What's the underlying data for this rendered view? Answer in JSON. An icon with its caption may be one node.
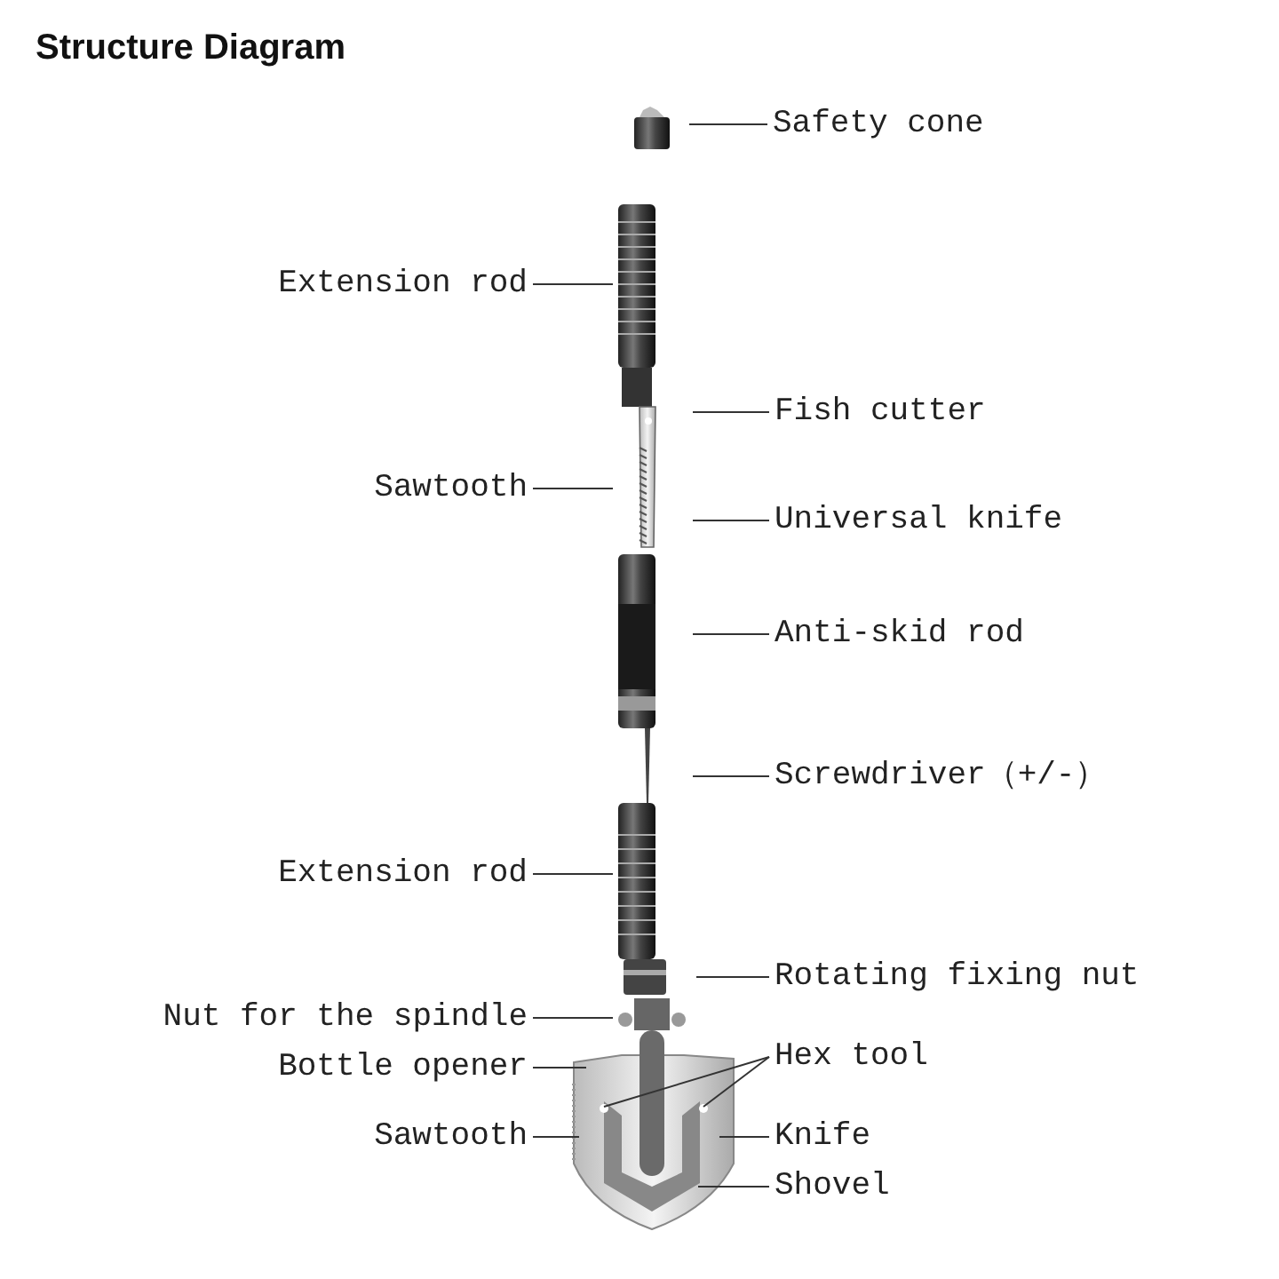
{
  "diagram": {
    "title": "Structure Diagram",
    "nodes": [
      {
        "text": [
          "Safety cone"
        ]
      },
      {
        "text": [
          "Extension rod"
        ]
      },
      {
        "text": [
          "Fish cutter"
        ]
      },
      {
        "text": [
          "Sawtooth"
        ]
      },
      {
        "text": [
          "Universal knife"
        ]
      },
      {
        "text": [
          "Anti-skid rod"
        ]
      },
      {
        "text": [
          "Screwdriver（+/-）"
        ]
      },
      {
        "text": [
          "Extension rod"
        ]
      },
      {
        "text": [
          "Rotating fixing nut"
        ]
      },
      {
        "text": [
          "Nut for the spindle"
        ]
      },
      {
        "text": [
          "Bottle opener"
        ]
      },
      {
        "text": [
          "Hex tool"
        ]
      },
      {
        "text": [
          "Sawtooth"
        ]
      },
      {
        "text": [
          "Knife"
        ]
      },
      {
        "text": [
          "Shovel"
        ]
      }
    ],
    "edges": [
      {
        "from": 0,
        "to": null,
        "arrow": "none"
      },
      {
        "from": 1,
        "to": null,
        "arrow": "none"
      },
      {
        "from": 2,
        "to": null,
        "arrow": "none"
      },
      {
        "from": 3,
        "to": null,
        "arrow": "none"
      },
      {
        "from": 4,
        "to": null,
        "arrow": "none"
      },
      {
        "from": 5,
        "to": null,
        "arrow": "none"
      },
      {
        "from": 6,
        "to": null,
        "arrow": "none"
      },
      {
        "from": 7,
        "to": null,
        "arrow": "none"
      },
      {
        "from": 8,
        "to": null,
        "arrow": "none"
      },
      {
        "from": 9,
        "to": null,
        "arrow": "none"
      },
      {
        "from": 10,
        "to": null,
        "arrow": "none"
      },
      {
        "from": 11,
        "to": null,
        "arrow": "none"
      },
      {
        "from": 11,
        "to": null,
        "arrow": "none"
      },
      {
        "from": 12,
        "to": null,
        "arrow": "none"
      },
      {
        "from": 13,
        "to": null,
        "arrow": "none"
      },
      {
        "from": 14,
        "to": null,
        "arrow": "none"
      }
    ]
  }
}
